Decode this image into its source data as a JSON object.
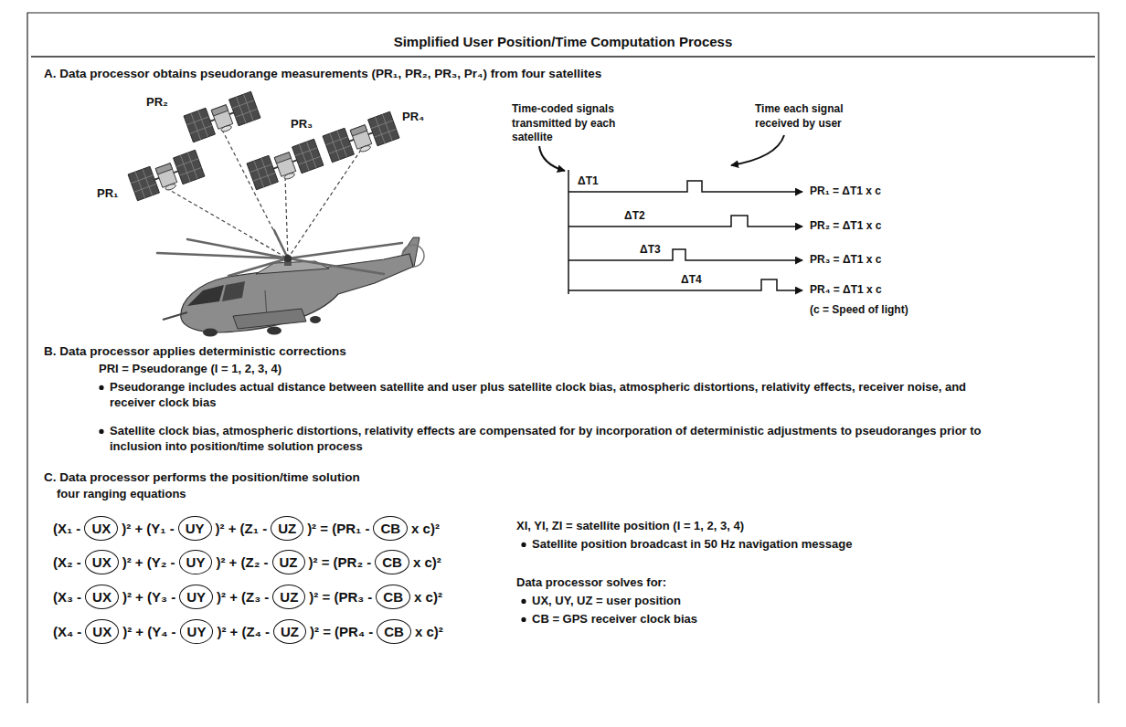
{
  "diagram": {
    "title": "Simplified User Position/Time Computation Process",
    "nodes": [
      {
        "text": [
          "UX"
        ]
      },
      {
        "text": [
          "UY"
        ]
      },
      {
        "text": [
          "UZ"
        ]
      },
      {
        "text": [
          "CB"
        ]
      },
      {
        "text": [
          "UX"
        ]
      },
      {
        "text": [
          "UY"
        ]
      },
      {
        "text": [
          "UZ"
        ]
      },
      {
        "text": [
          "CB"
        ]
      },
      {
        "text": [
          "UX"
        ]
      },
      {
        "text": [
          "UY"
        ]
      },
      {
        "text": [
          "UZ"
        ]
      },
      {
        "text": [
          "CB"
        ]
      },
      {
        "text": [
          "UX"
        ]
      },
      {
        "text": [
          "UY"
        ]
      },
      {
        "text": [
          "UZ"
        ]
      },
      {
        "text": [
          "CB"
        ]
      }
    ],
    "labels": [
      "A. Data processor obtains pseudorange measurements (PR₁, PR₂, PR₃, Pr₄) from four satellites",
      "PR₁",
      "PR₂",
      "PR₃",
      "PR₄",
      "Time-coded signals transmitted by each satellite",
      "Time each signal received by user",
      "ΔT1",
      "PR₁ = ΔT1 x c",
      "ΔT2",
      "PR₂ = ΔT1 x c",
      "ΔT3",
      "PR₃ = ΔT1 x c",
      "ΔT4",
      "PR₄ = ΔT1 x c",
      "(c = Speed of light)",
      "B. Data processor applies deterministic corrections",
      "PRI = Pseudorange (I = 1, 2, 3, 4)",
      "Pseudorange includes actual distance between satellite and user plus satellite clock bias, atmospheric distortions, relativity effects, receiver noise, and receiver clock bias",
      "Satellite clock bias, atmospheric distortions, relativity effects are compensated for by incorporation of deterministic adjustments to pseudoranges prior to inclusion into position/time solution process",
      "C. Data processor performs the position/time solution",
      "four ranging equations",
      "(X₁ -",
      ")² + (Y₁ -",
      ")² + (Z₁ -",
      ")² = (PR₁ -",
      "x c)²",
      "(X₂ -",
      ")² + (Y₂ -",
      ")² + (Z₂ -",
      ")² = (PR₂ -",
      "x c)²",
      "(X₃ -",
      ")² + (Y₃ -",
      ")² + (Z₃ -",
      ")² = (PR₃ -",
      "x c)²",
      "(X₄ -",
      ")² + (Y₄ -",
      ")² + (Z₄ -",
      ")² = (PR₄ -",
      "x c)²",
      "XI, YI, ZI = satellite position (I = 1, 2, 3, 4)",
      "Satellite position broadcast in 50 Hz navigation message",
      "Data processor solves for:",
      "UX, UY, UZ = user position",
      "CB = GPS receiver clock bias"
    ]
  }
}
